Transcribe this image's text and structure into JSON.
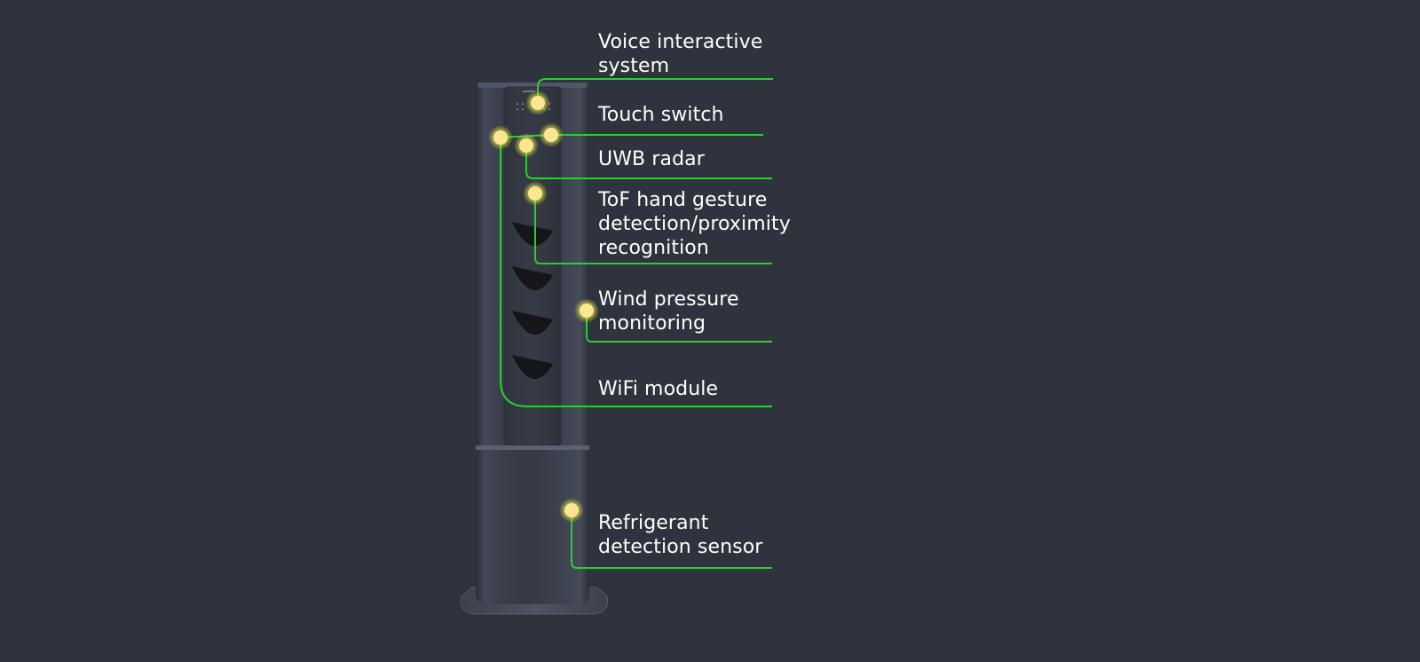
{
  "features": [
    {
      "id": "voice",
      "label": "Voice interactive\nsystem"
    },
    {
      "id": "touch",
      "label": "Touch switch"
    },
    {
      "id": "uwb",
      "label": "UWB radar"
    },
    {
      "id": "tof",
      "label": "ToF hand gesture\ndetection/proximity\nrecognition"
    },
    {
      "id": "wind",
      "label": "Wind pressure\nmonitoring"
    },
    {
      "id": "wifi",
      "label": "WiFi module"
    },
    {
      "id": "refrigerant",
      "label": "Refrigerant\ndetection sensor"
    }
  ],
  "colors": {
    "background": "#2f333e",
    "leader_line": "#27d12b",
    "sensor_dot": "#fbe694",
    "sensor_glow": "#e8ee3c",
    "label_text": "#ffffff",
    "unit_body": "#3d4350"
  }
}
